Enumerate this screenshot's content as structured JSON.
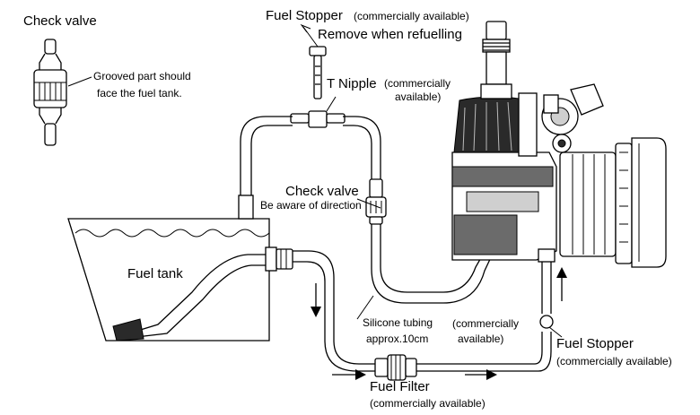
{
  "labels": {
    "check_valve_title": "Check valve",
    "grooved_line1": "Grooved part should",
    "grooved_line2": "face the fuel tank.",
    "fuel_stopper_top": "Fuel Stopper",
    "fuel_stopper_top_note": "(commercially available)",
    "remove_refuelling": "Remove when refuelling",
    "t_nipple": "T Nipple",
    "t_nipple_note1": "(commercially",
    "t_nipple_note2": "available)",
    "check_valve_mid": "Check valve",
    "direction_note": "Be aware of direction",
    "fuel_tank": "Fuel tank",
    "silicone_line1": "Silicone tubing",
    "silicone_line2": "approx.10cm",
    "silicone_note1": "(commercially",
    "silicone_note2": "available)",
    "fuel_stopper_right": "Fuel Stopper",
    "fuel_stopper_right_note": "(commercially available)",
    "fuel_filter": "Fuel Filter",
    "fuel_filter_note": "(commercially available)"
  }
}
